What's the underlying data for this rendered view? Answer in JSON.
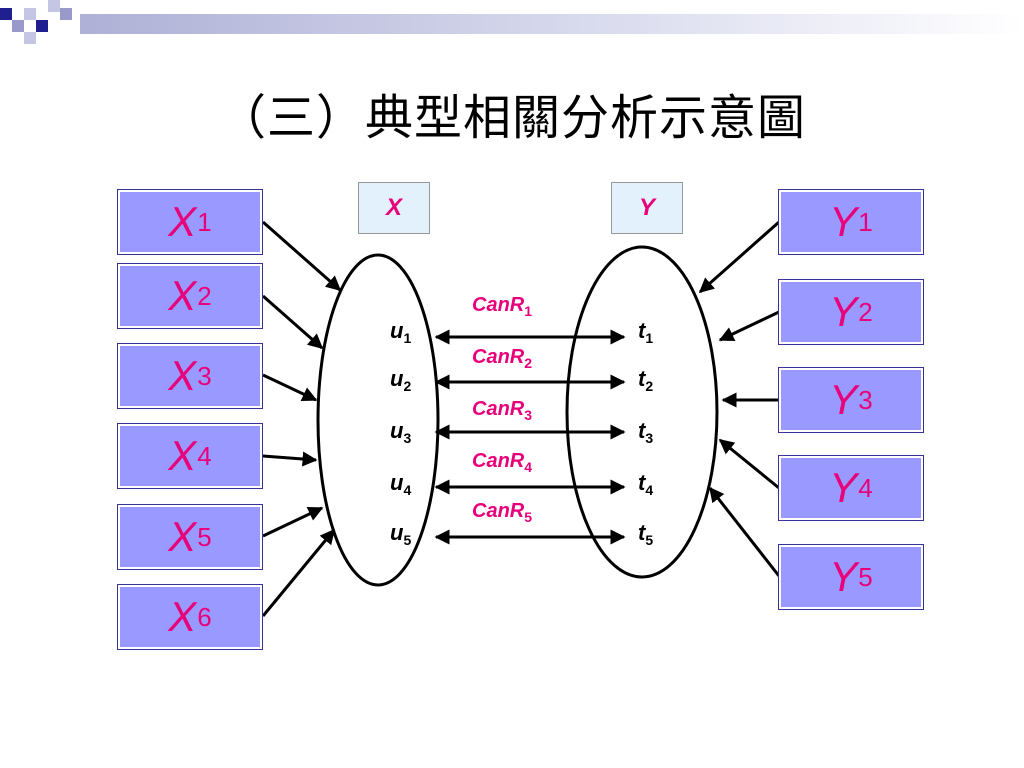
{
  "slide": {
    "title": "（三）典型相關分析示意圖"
  },
  "sets": {
    "x_label": "X",
    "y_label": "Y"
  },
  "x_vars": [
    {
      "name": "X",
      "sub": "1"
    },
    {
      "name": "X",
      "sub": "2"
    },
    {
      "name": "X",
      "sub": "3"
    },
    {
      "name": "X",
      "sub": "4"
    },
    {
      "name": "X",
      "sub": "5"
    },
    {
      "name": "X",
      "sub": "6"
    }
  ],
  "y_vars": [
    {
      "name": "Y",
      "sub": "1"
    },
    {
      "name": "Y",
      "sub": "2"
    },
    {
      "name": "Y",
      "sub": "3"
    },
    {
      "name": "Y",
      "sub": "4"
    },
    {
      "name": "Y",
      "sub": "5"
    }
  ],
  "u_vars": [
    {
      "name": "u",
      "sub": "1"
    },
    {
      "name": "u",
      "sub": "2"
    },
    {
      "name": "u",
      "sub": "3"
    },
    {
      "name": "u",
      "sub": "4"
    },
    {
      "name": "u",
      "sub": "5"
    }
  ],
  "t_vars": [
    {
      "name": "t",
      "sub": "1"
    },
    {
      "name": "t",
      "sub": "2"
    },
    {
      "name": "t",
      "sub": "3"
    },
    {
      "name": "t",
      "sub": "4"
    },
    {
      "name": "t",
      "sub": "5"
    }
  ],
  "correlations": [
    {
      "name": "CanR",
      "sub": "1"
    },
    {
      "name": "CanR",
      "sub": "2"
    },
    {
      "name": "CanR",
      "sub": "3"
    },
    {
      "name": "CanR",
      "sub": "4"
    },
    {
      "name": "CanR",
      "sub": "5"
    }
  ],
  "colors": {
    "box_fill": "#9999ff",
    "label_color": "#e8007a",
    "header_dark": "#1f1f8f",
    "header_light": "#9999cc"
  }
}
